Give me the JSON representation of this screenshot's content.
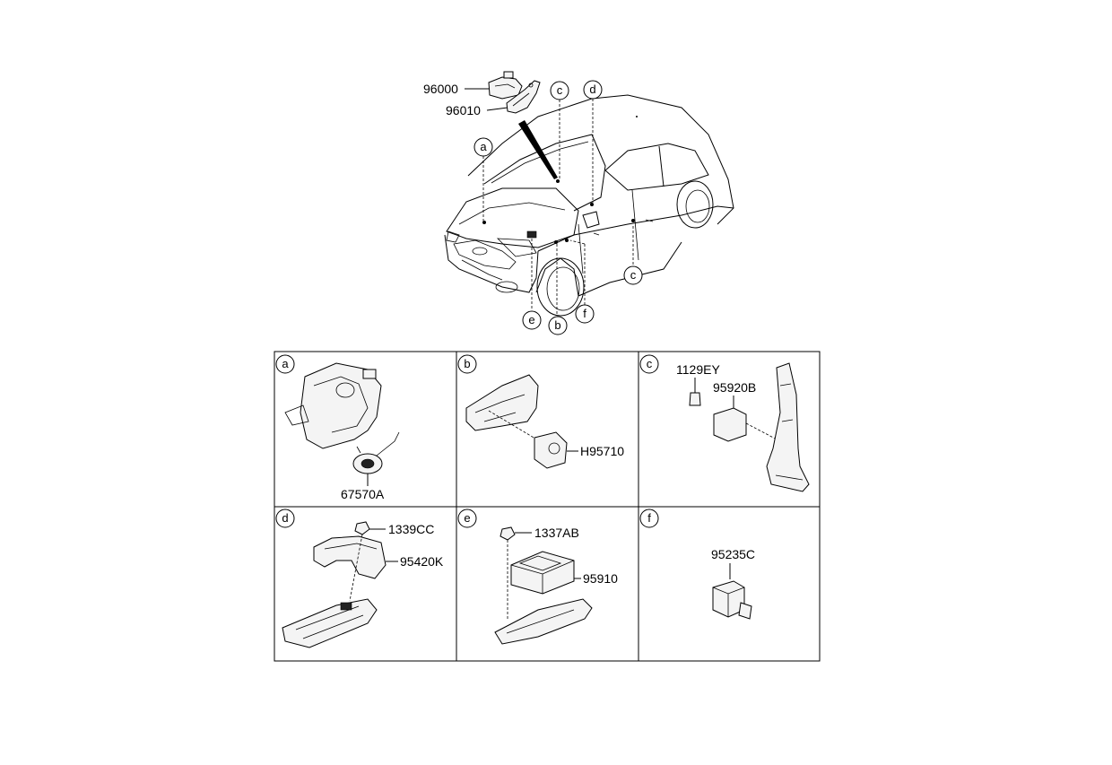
{
  "car_view": {
    "top_parts": [
      {
        "code": "96000"
      },
      {
        "code": "96010"
      }
    ],
    "callouts": [
      "c",
      "d",
      "a",
      "c",
      "e",
      "b",
      "f"
    ]
  },
  "panels": [
    {
      "letter": "a",
      "parts": [
        "67570A"
      ]
    },
    {
      "letter": "b",
      "parts": [
        "H95710"
      ]
    },
    {
      "letter": "c",
      "parts": [
        "1129EY",
        "95920B"
      ]
    },
    {
      "letter": "d",
      "parts": [
        "1339CC",
        "95420K"
      ]
    },
    {
      "letter": "e",
      "parts": [
        "1337AB",
        "95910"
      ]
    },
    {
      "letter": "f",
      "parts": [
        "95235C"
      ]
    }
  ]
}
